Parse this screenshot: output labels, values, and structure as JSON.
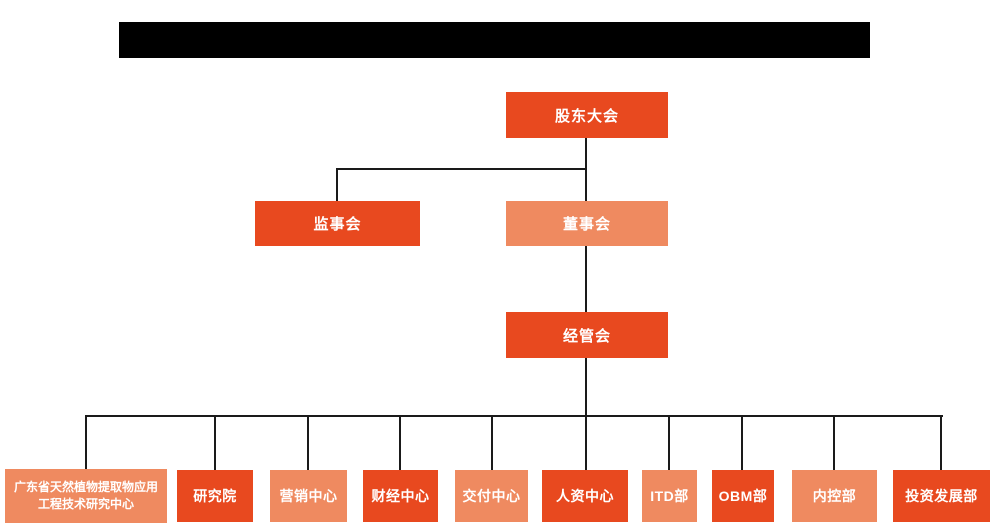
{
  "palette": {
    "primary": "#E8491F",
    "secondary": "#EF8A60",
    "connector": "#1a1a1a",
    "text": "#ffffff",
    "header_bar": "#000000"
  },
  "org": {
    "root": {
      "label": "股东大会"
    },
    "level2": [
      {
        "label": "监事会"
      },
      {
        "label": "董事会"
      }
    ],
    "level3": {
      "label": "经管会"
    },
    "departments": [
      {
        "label": "广东省天然植物提取物应用工程技术研究中心"
      },
      {
        "label": "研究院"
      },
      {
        "label": "营销中心"
      },
      {
        "label": "财经中心"
      },
      {
        "label": "交付中心"
      },
      {
        "label": "人资中心"
      },
      {
        "label": "ITD部"
      },
      {
        "label": "OBM部"
      },
      {
        "label": "内控部"
      },
      {
        "label": "投资发展部"
      }
    ]
  }
}
